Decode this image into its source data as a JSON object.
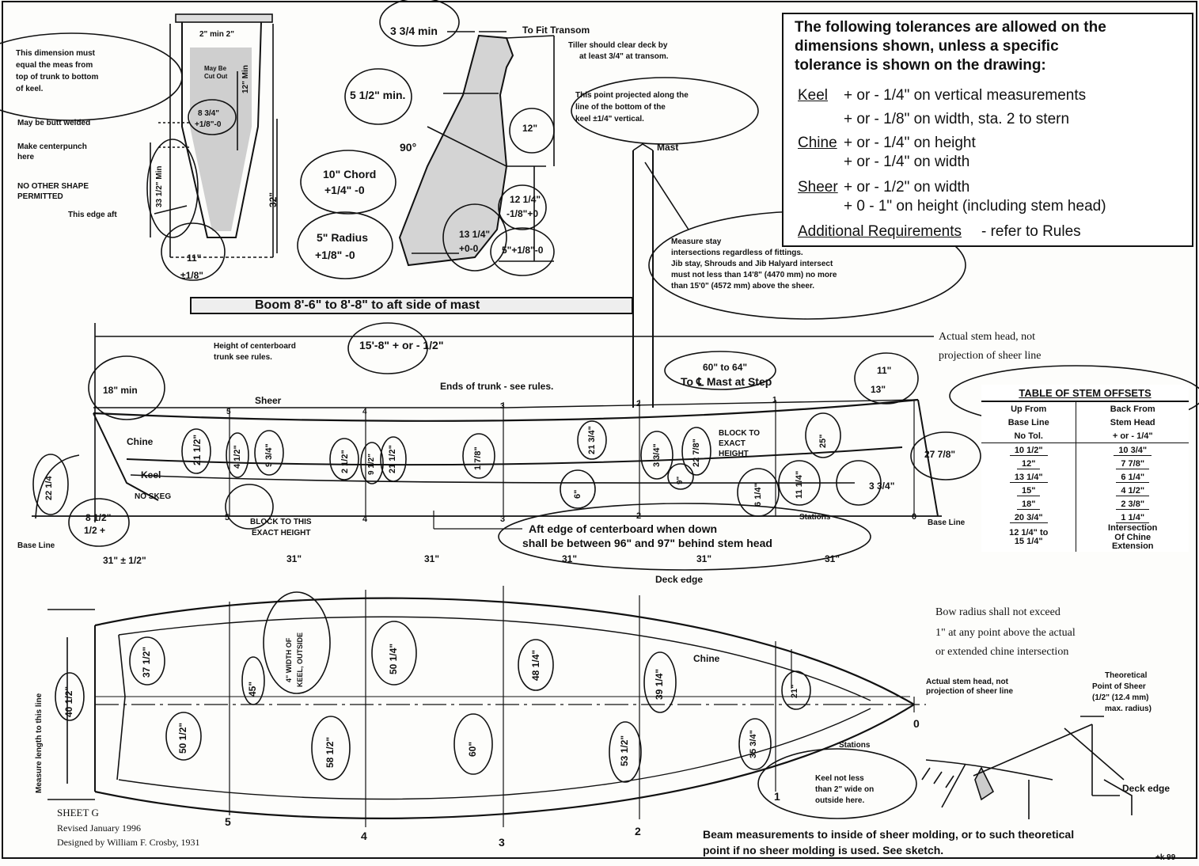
{
  "tolerances": {
    "intro": [
      "The following tolerances are allowed on the",
      "dimensions shown, unless a specific",
      "tolerance is shown on the drawing:"
    ],
    "keel_label": "Keel",
    "keel_1": "+ or - 1/4\" on vertical measurements",
    "keel_2": "+ or - 1/8\" on width, sta. 2 to stern",
    "chine_label": "Chine",
    "chine_1": "+ or - 1/4\" on height",
    "chine_2": "+ or - 1/4\" on width",
    "sheer_label": "Sheer",
    "sheer_1": "+ or - 1/2\" on width",
    "sheer_2": "+ 0 - 1\" on height (including stem head)",
    "additional_label": "Additional Requirements",
    "additional_text": "- refer to Rules"
  },
  "centerboard_trunk": {
    "dim_note": [
      "This dimension must",
      "equal the meas from",
      "top of trunk to bottom",
      "of keel."
    ],
    "butt_weld": "May be butt welded",
    "centerpunch": [
      "Make centerpunch",
      "here"
    ],
    "no_other_shape": [
      "NO OTHER SHAPE",
      "PERMITTED"
    ],
    "edge_aft": "This edge aft",
    "dim_2min": "2\" min 2\"",
    "dim_may_be_cut": [
      "May Be",
      "Cut Out"
    ],
    "dim_boss": [
      "8 3/4\"",
      "+1/8\"-0"
    ],
    "dim_12min": "12\" Min",
    "dim_33min": "33 1/2\" Min",
    "dim_32": "32\"",
    "dim_11": "11\"",
    "dim_11_tol": "±1/8\""
  },
  "rudder": {
    "dim_3_75": "3 3/4 min",
    "dim_5_5": "5 1/2\" min.",
    "angle_90": "90°",
    "chord": [
      "10\" Chord",
      "+1/4\" -0"
    ],
    "radius": [
      "5\" Radius",
      "+1/8\" -0"
    ],
    "fit_transom": "To Fit Transom",
    "tiller_note": [
      "Tiller should clear deck by",
      "at least 3/4\" at transom."
    ],
    "projected_note": [
      "This point projected along the",
      "line of the bottom of the",
      "keel ±1/4\" vertical."
    ],
    "dim_12": "12\"",
    "dim_12_25": [
      "12 1/4\"",
      "-1/8\"+0"
    ],
    "dim_13_25": [
      "13 1/4\"",
      "+0-0"
    ],
    "dim_5_18": "5\"+1/8\"-0"
  },
  "boom": "Boom  8'-6\" to 8'-8\" to aft side of mast",
  "mast_label": "Mast",
  "stay_note": [
    "Measure stay",
    "intersections regardless of fittings.",
    "Jib stay, Shrouds and Jib Halyard intersect",
    "must not less than 14'8\" (4470 mm) no more",
    "than 15'0\" (4572 mm) above the sheer."
  ],
  "profile": {
    "overall": "15'-8\" + or - 1/2\"",
    "trunk_height": [
      "Height of centerboard",
      "trunk  see rules."
    ],
    "min_18": "18\" min",
    "trunk_ends": "Ends of trunk - see rules.",
    "mast_step": "To ℄ Mast at Step",
    "mast_step_dim": "60\" to 64\"",
    "stem_11": "11\"",
    "stem_13": "13\"",
    "sheer": "Sheer",
    "chine": "Chine",
    "keel": "Keel",
    "no_skeg": "NO SKEG",
    "block_exact": [
      "BLOCK TO THIS",
      "EXACT HEIGHT"
    ],
    "block_to_exact": [
      "BLOCK TO",
      "EXACT",
      "HEIGHT"
    ],
    "base_line": "Base Line",
    "stations_arrow": "Stations",
    "aft_edge": [
      "Aft edge of centerboard when down",
      "shall be between 96\" and 97\" behind stem head"
    ],
    "stem_head_note": [
      "Actual stem head, not",
      "projection of sheer line"
    ],
    "dim_22_25": "22 1/4",
    "dim_8_5": [
      "8 1/2\"",
      "1/2 +"
    ],
    "dim_27_78": "27 7/8\"",
    "dims_vertical": [
      "21 1/2\"",
      "4 1/2\"",
      "9 3/4\"",
      "2 1/2\"",
      "9 1/2\"",
      "21 1/2\"",
      "1 7/8\"",
      "21 3/4\"",
      "3 3/4\"",
      "22 7/8\"",
      "25\"",
      "9\"",
      "11 1/4\"",
      "6\"",
      "6 1/4\""
    ],
    "dim_3_34": "3 3/4\"",
    "station_marks": [
      "5",
      "4",
      "3",
      "2",
      "1",
      "0"
    ],
    "spacing": [
      "31\" ± 1/2\"",
      "31\"",
      "31\"",
      "31\"",
      "31\"",
      "31\""
    ]
  },
  "stem_table": {
    "title": "TABLE OF STEM OFFSETS",
    "col1": [
      "Up From",
      "Base Line",
      "No Tol."
    ],
    "col2": [
      "Back From",
      "Stem Head",
      "+ or - 1/4\""
    ],
    "rows": [
      [
        "10 1/2\"",
        "10 3/4\""
      ],
      [
        "12\"",
        "7 7/8\""
      ],
      [
        "13 1/4\"",
        "6 1/4\""
      ],
      [
        "15\"",
        "4 1/2\""
      ],
      [
        "18\"",
        "2 3/8\""
      ],
      [
        "20 3/4\"",
        "1 1/4\""
      ]
    ],
    "last_left": [
      "12 1/4\" to",
      "15 1/4\""
    ],
    "last_right": [
      "Intersection",
      "Of Chine",
      "Extension"
    ]
  },
  "bow_note": [
    "Bow radius shall not exceed",
    "1\" at any point above the actual",
    "or extended chine intersection"
  ],
  "plan": {
    "deck_edge": "Deck edge",
    "chine": "Chine",
    "measure_length": "Measure length to this line",
    "dims_upper": [
      "40 1/2\"",
      "37 1/2\"",
      "45\"",
      "50 1/4\"",
      "48 1/4\"",
      "39 1/4\"",
      "21\""
    ],
    "keel_width_note": [
      "4\" WIDTH OF",
      "KEEL, OUTSIDE"
    ],
    "dims_lower": [
      "50 1/2\"",
      "58 1/2\"",
      "60\"",
      "53 1/2\"",
      "35 3/4\""
    ],
    "stations_arrow": "Stations",
    "keel_note": [
      "Keel not less",
      "than 2\" wide on",
      "outside here."
    ],
    "stem_head_note": [
      "Actual stem head, not",
      "projection of sheer line"
    ],
    "station_marks": [
      "5",
      "4",
      "3",
      "2",
      "1",
      "0"
    ]
  },
  "sheer_sketch": {
    "theoretical": [
      "Theoretical",
      "Point of Sheer",
      "(1/2\" (12.4 mm)",
      "max. radius)"
    ],
    "deck_edge": "Deck edge"
  },
  "beam_note": [
    "Beam measurements to inside of sheer molding, or to such theoretical",
    "point if no sheer molding is used.  See sketch."
  ],
  "title_block": {
    "sheet": "SHEET G",
    "revised": "Revised January 1996",
    "designer": "Designed by William F. Crosby, 1931"
  },
  "corner_mark": "+k 99"
}
